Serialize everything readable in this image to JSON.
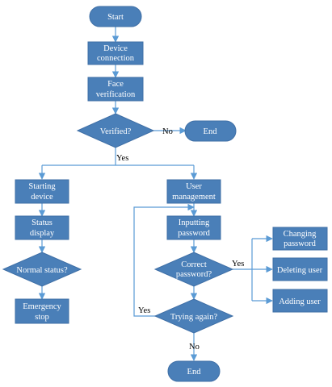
{
  "nodes": {
    "start": "Start",
    "device_connection": [
      "Device",
      "connection"
    ],
    "face_verification": [
      "Face",
      "verification"
    ],
    "verified": "Verified?",
    "end_top": "End",
    "starting_device": [
      "Starting",
      "device"
    ],
    "status_display": [
      "Status",
      "display"
    ],
    "normal_status": "Normal status?",
    "emergency_stop": [
      "Emergency",
      "stop"
    ],
    "user_management": [
      "User",
      "management"
    ],
    "inputting_password": [
      "Inputting",
      "password"
    ],
    "correct_password": [
      "Correct",
      "password?"
    ],
    "trying_again": "Trying again?",
    "end_bottom": "End",
    "changing_password": [
      "Changing",
      "password"
    ],
    "deleting_user": "Deleting user",
    "adding_user": "Adding user"
  },
  "edge_labels": {
    "verified_no": "No",
    "verified_yes": "Yes",
    "correct_yes": "Yes",
    "retry_yes": "Yes",
    "retry_no": "No"
  },
  "colors": {
    "node_fill": "#4a7fb8",
    "edge": "#5b9bd5",
    "node_text": "#ffffff",
    "label_text": "#000000"
  }
}
